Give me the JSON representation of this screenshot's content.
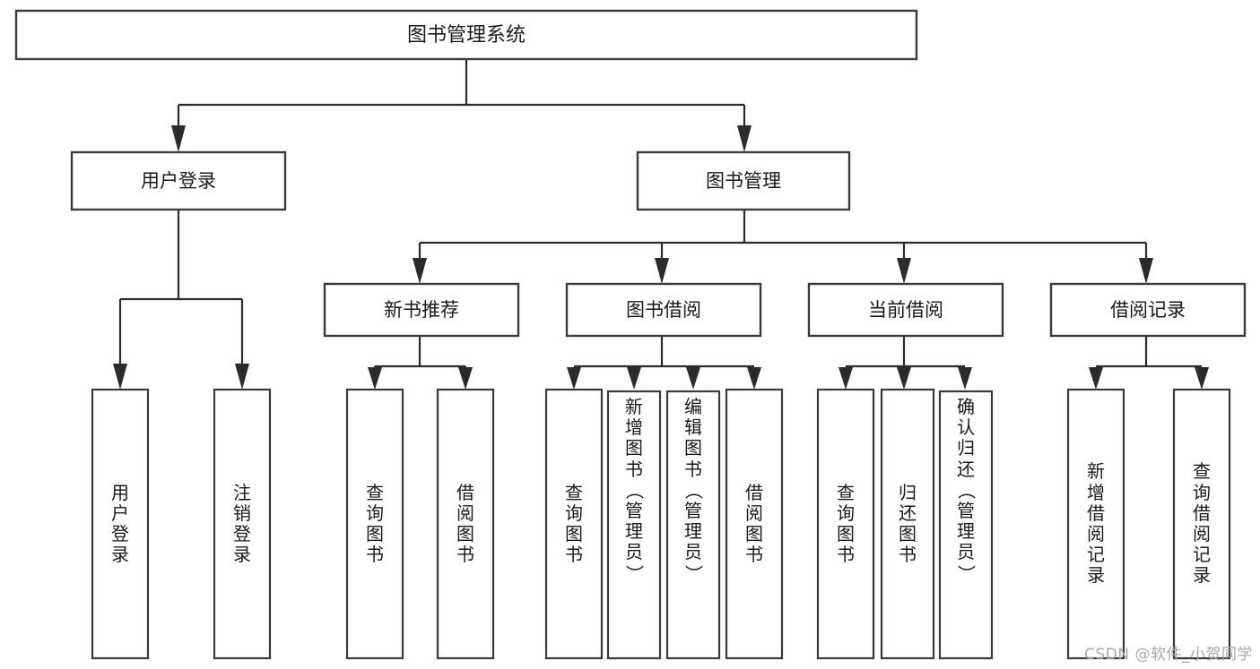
{
  "diagram": {
    "type": "tree",
    "title": "图书管理系统",
    "orientation": "top-down",
    "colors": {
      "background": "#ffffff",
      "box_stroke": "#3a3a3a",
      "connector": "#2b2b2b",
      "text": "#1a1a1a",
      "watermark": "#a9a9a9"
    },
    "root": {
      "label": "图书管理系统",
      "id": "root"
    },
    "level1": [
      {
        "id": "user-login",
        "label": "用户登录"
      },
      {
        "id": "book-manage",
        "label": "图书管理"
      }
    ],
    "level2": [
      {
        "id": "new-book-recommend",
        "label": "新书推荐",
        "parent": "book-manage"
      },
      {
        "id": "book-borrow",
        "label": "图书借阅",
        "parent": "book-manage"
      },
      {
        "id": "current-borrow",
        "label": "当前借阅",
        "parent": "book-manage"
      },
      {
        "id": "borrow-record",
        "label": "借阅记录",
        "parent": "book-manage"
      }
    ],
    "leaves": [
      {
        "id": "leaf-user-login",
        "parent": "user-login",
        "label": "用户登录",
        "chars": [
          "用",
          "户",
          "登",
          "录"
        ]
      },
      {
        "id": "leaf-logout",
        "parent": "user-login",
        "label": "注销登录",
        "chars": [
          "注",
          "销",
          "登",
          "录"
        ]
      },
      {
        "id": "leaf-query-book-1",
        "parent": "new-book-recommend",
        "label": "查询图书",
        "chars": [
          "查",
          "询",
          "图",
          "书"
        ]
      },
      {
        "id": "leaf-borrow-book-1",
        "parent": "new-book-recommend",
        "label": "借阅图书",
        "chars": [
          "借",
          "阅",
          "图",
          "书"
        ]
      },
      {
        "id": "leaf-query-book-2",
        "parent": "book-borrow",
        "label": "查询图书",
        "chars": [
          "查",
          "询",
          "图",
          "书"
        ]
      },
      {
        "id": "leaf-add-book",
        "parent": "book-borrow",
        "label": "新增图书（管理员）",
        "chars": [
          "新",
          "增",
          "图",
          "书",
          "（",
          "管",
          "理",
          "员",
          "）"
        ]
      },
      {
        "id": "leaf-edit-book",
        "parent": "book-borrow",
        "label": "编辑图书（管理员）",
        "chars": [
          "编",
          "辑",
          "图",
          "书",
          "（",
          "管",
          "理",
          "员",
          "）"
        ]
      },
      {
        "id": "leaf-borrow-book-2",
        "parent": "book-borrow",
        "label": "借阅图书",
        "chars": [
          "借",
          "阅",
          "图",
          "书"
        ]
      },
      {
        "id": "leaf-query-book-3",
        "parent": "current-borrow",
        "label": "查询图书",
        "chars": [
          "查",
          "询",
          "图",
          "书"
        ]
      },
      {
        "id": "leaf-return-book",
        "parent": "current-borrow",
        "label": "归还图书",
        "chars": [
          "归",
          "还",
          "图",
          "书"
        ]
      },
      {
        "id": "leaf-confirm-return",
        "parent": "current-borrow",
        "label": "确认归还（管理员）",
        "chars": [
          "确",
          "认",
          "归",
          "还",
          "（",
          "管",
          "理",
          "员",
          "）"
        ]
      },
      {
        "id": "leaf-add-record",
        "parent": "borrow-record",
        "label": "新增借阅记录",
        "chars": [
          "新",
          "增",
          "借",
          "阅",
          "记",
          "录"
        ]
      },
      {
        "id": "leaf-query-record",
        "parent": "borrow-record",
        "label": "查询借阅记录",
        "chars": [
          "查",
          "询",
          "借",
          "阅",
          "记",
          "录"
        ]
      }
    ]
  },
  "watermark": {
    "text": "CSDN @软件_小贺同学"
  }
}
